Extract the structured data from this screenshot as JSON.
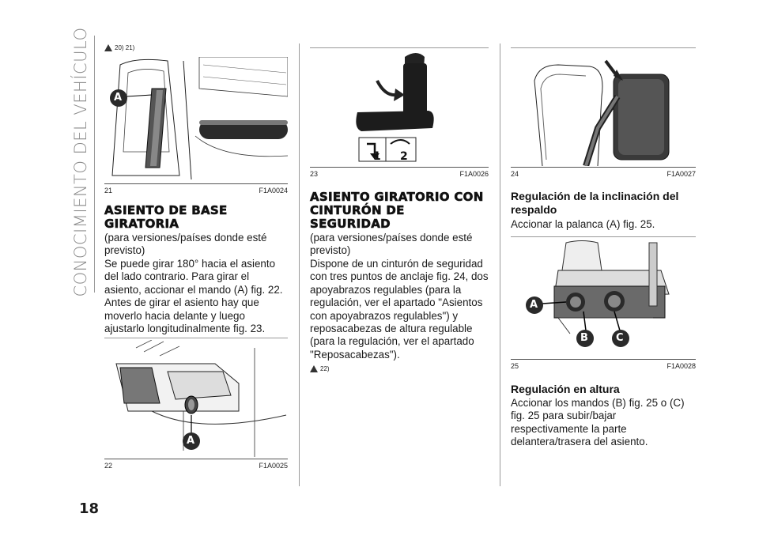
{
  "sidebar": {
    "title": "CONOCIMIENTO DEL VEHÍCULO"
  },
  "page_number": "18",
  "col1": {
    "warning_refs": "20) 21)",
    "fig21": {
      "number": "21",
      "code": "F1A0024",
      "callout": "A"
    },
    "heading": "ASIENTO DE BASE GIRATORIA",
    "paragraphs": [
      "(para versiones/países donde esté previsto)",
      "Se puede girar 180° hacia el asiento del lado contrario. Para girar el asiento, accionar el mando (A) fig. 22. Antes de girar el asiento hay que moverlo hacia delante y luego ajustarlo longitudinalmente fig. 23."
    ],
    "fig22": {
      "number": "22",
      "code": "F1A0025",
      "callout": "A"
    }
  },
  "col2": {
    "fig23": {
      "number": "23",
      "code": "F1A0026",
      "label1": "1",
      "label2": "2"
    },
    "heading": "ASIENTO GIRATORIO CON CINTURÓN DE SEGURIDAD",
    "paragraphs": [
      "(para versiones/países donde esté previsto)",
      "Dispone de un cinturón de seguridad con tres puntos de anclaje fig. 24, dos apoyabrazos regulables (para la regulación, ver el apartado \"Asientos con apoyabrazos regulables\") y reposacabezas de altura regulable (para la regulación, ver el apartado \"Reposacabezas\")."
    ],
    "warning_ref": "22)"
  },
  "col3": {
    "fig24": {
      "number": "24",
      "code": "F1A0027"
    },
    "heading1": "Regulación de la inclinación del respaldo",
    "para1": "Accionar la palanca (A) fig. 25.",
    "fig25": {
      "number": "25",
      "code": "F1A0028",
      "callout_a": "A",
      "callout_b": "B",
      "callout_c": "C"
    },
    "heading2": "Regulación en altura",
    "para2": "Accionar los mandos (B) fig. 25 o (C) fig. 25 para subir/bajar respectivamente la parte delantera/trasera del asiento."
  },
  "colors": {
    "text": "#1a1a1a",
    "sidebar": "#8a8a8a",
    "rule": "#9a9a9a"
  }
}
